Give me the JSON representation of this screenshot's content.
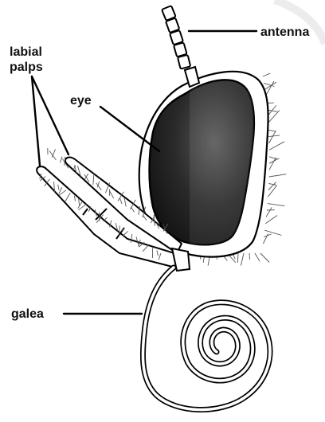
{
  "labels": {
    "antenna": "antenna",
    "labial_palps_line1": "labial",
    "labial_palps_line2": "palps",
    "eye": "eye",
    "galea": "galea"
  },
  "colors": {
    "background": "#ffffff",
    "outline": "#000000",
    "eye_dark": "#1c1c1c",
    "eye_light": "#454545",
    "text": "#111111"
  }
}
